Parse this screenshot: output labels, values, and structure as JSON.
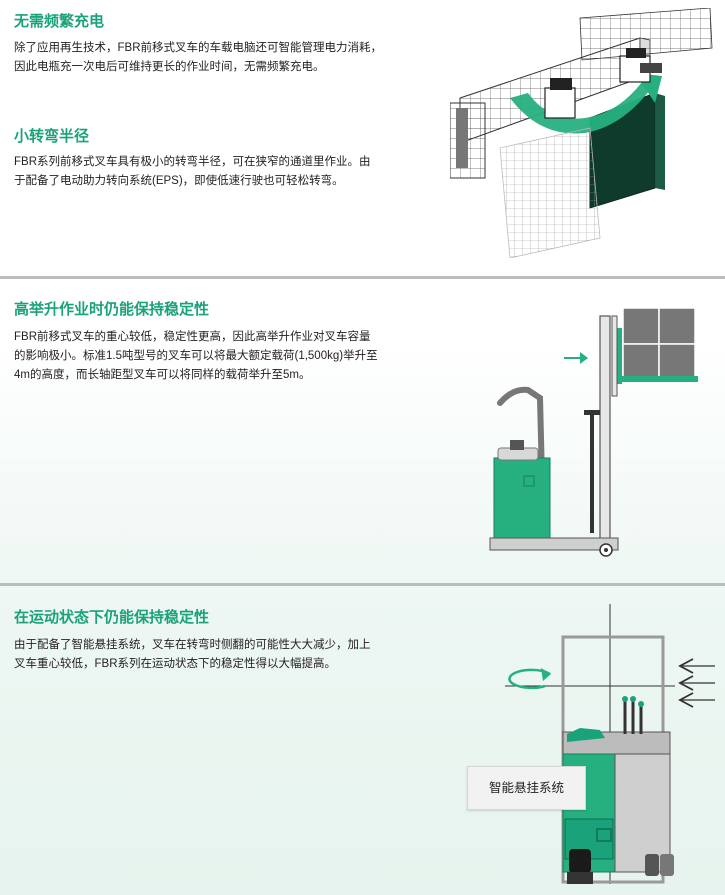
{
  "sections": [
    {
      "title": "无需频繁充电",
      "lines": [
        "除了应用再生技术，FBR前移式叉车的车载电脑还可智能管理电力消耗，",
        "因此电瓶充一次电后可维持更长的作业时间，无需频繁充电。"
      ]
    },
    {
      "title": "小转弯半径",
      "lines": [
        "FBR系列前移式叉车具有极小的转弯半径，可在狭窄的通道里作业。由",
        "于配备了电动助力转向系统(EPS)，即使低速行驶也可轻松转弯。"
      ]
    },
    {
      "title": "高举升作业时仍能保持稳定性",
      "lines": [
        "FBR前移式叉车的重心较低，稳定性更高，因此高举升作业对叉车容量",
        "的影响极小。标准1.5吨型号的叉车可以将最大额定载荷(1,500kg)举升至",
        "4m的高度，而长轴距型叉车可以将同样的载荷举升至5m。"
      ]
    },
    {
      "title": "在运动状态下仍能保持稳定性",
      "lines": [
        "由于配备了智能悬挂系统，叉车在转弯时侧翻的可能性大大减少，加上",
        "叉车重心较低，FBR系列在运动状态下的稳定性得以大幅提高。"
      ]
    }
  ],
  "callout": {
    "label": "智能悬挂系统"
  },
  "colors": {
    "accent": "#1aa37a",
    "divider": "#b9bdbf",
    "dark_green": "#0f3b2d"
  }
}
